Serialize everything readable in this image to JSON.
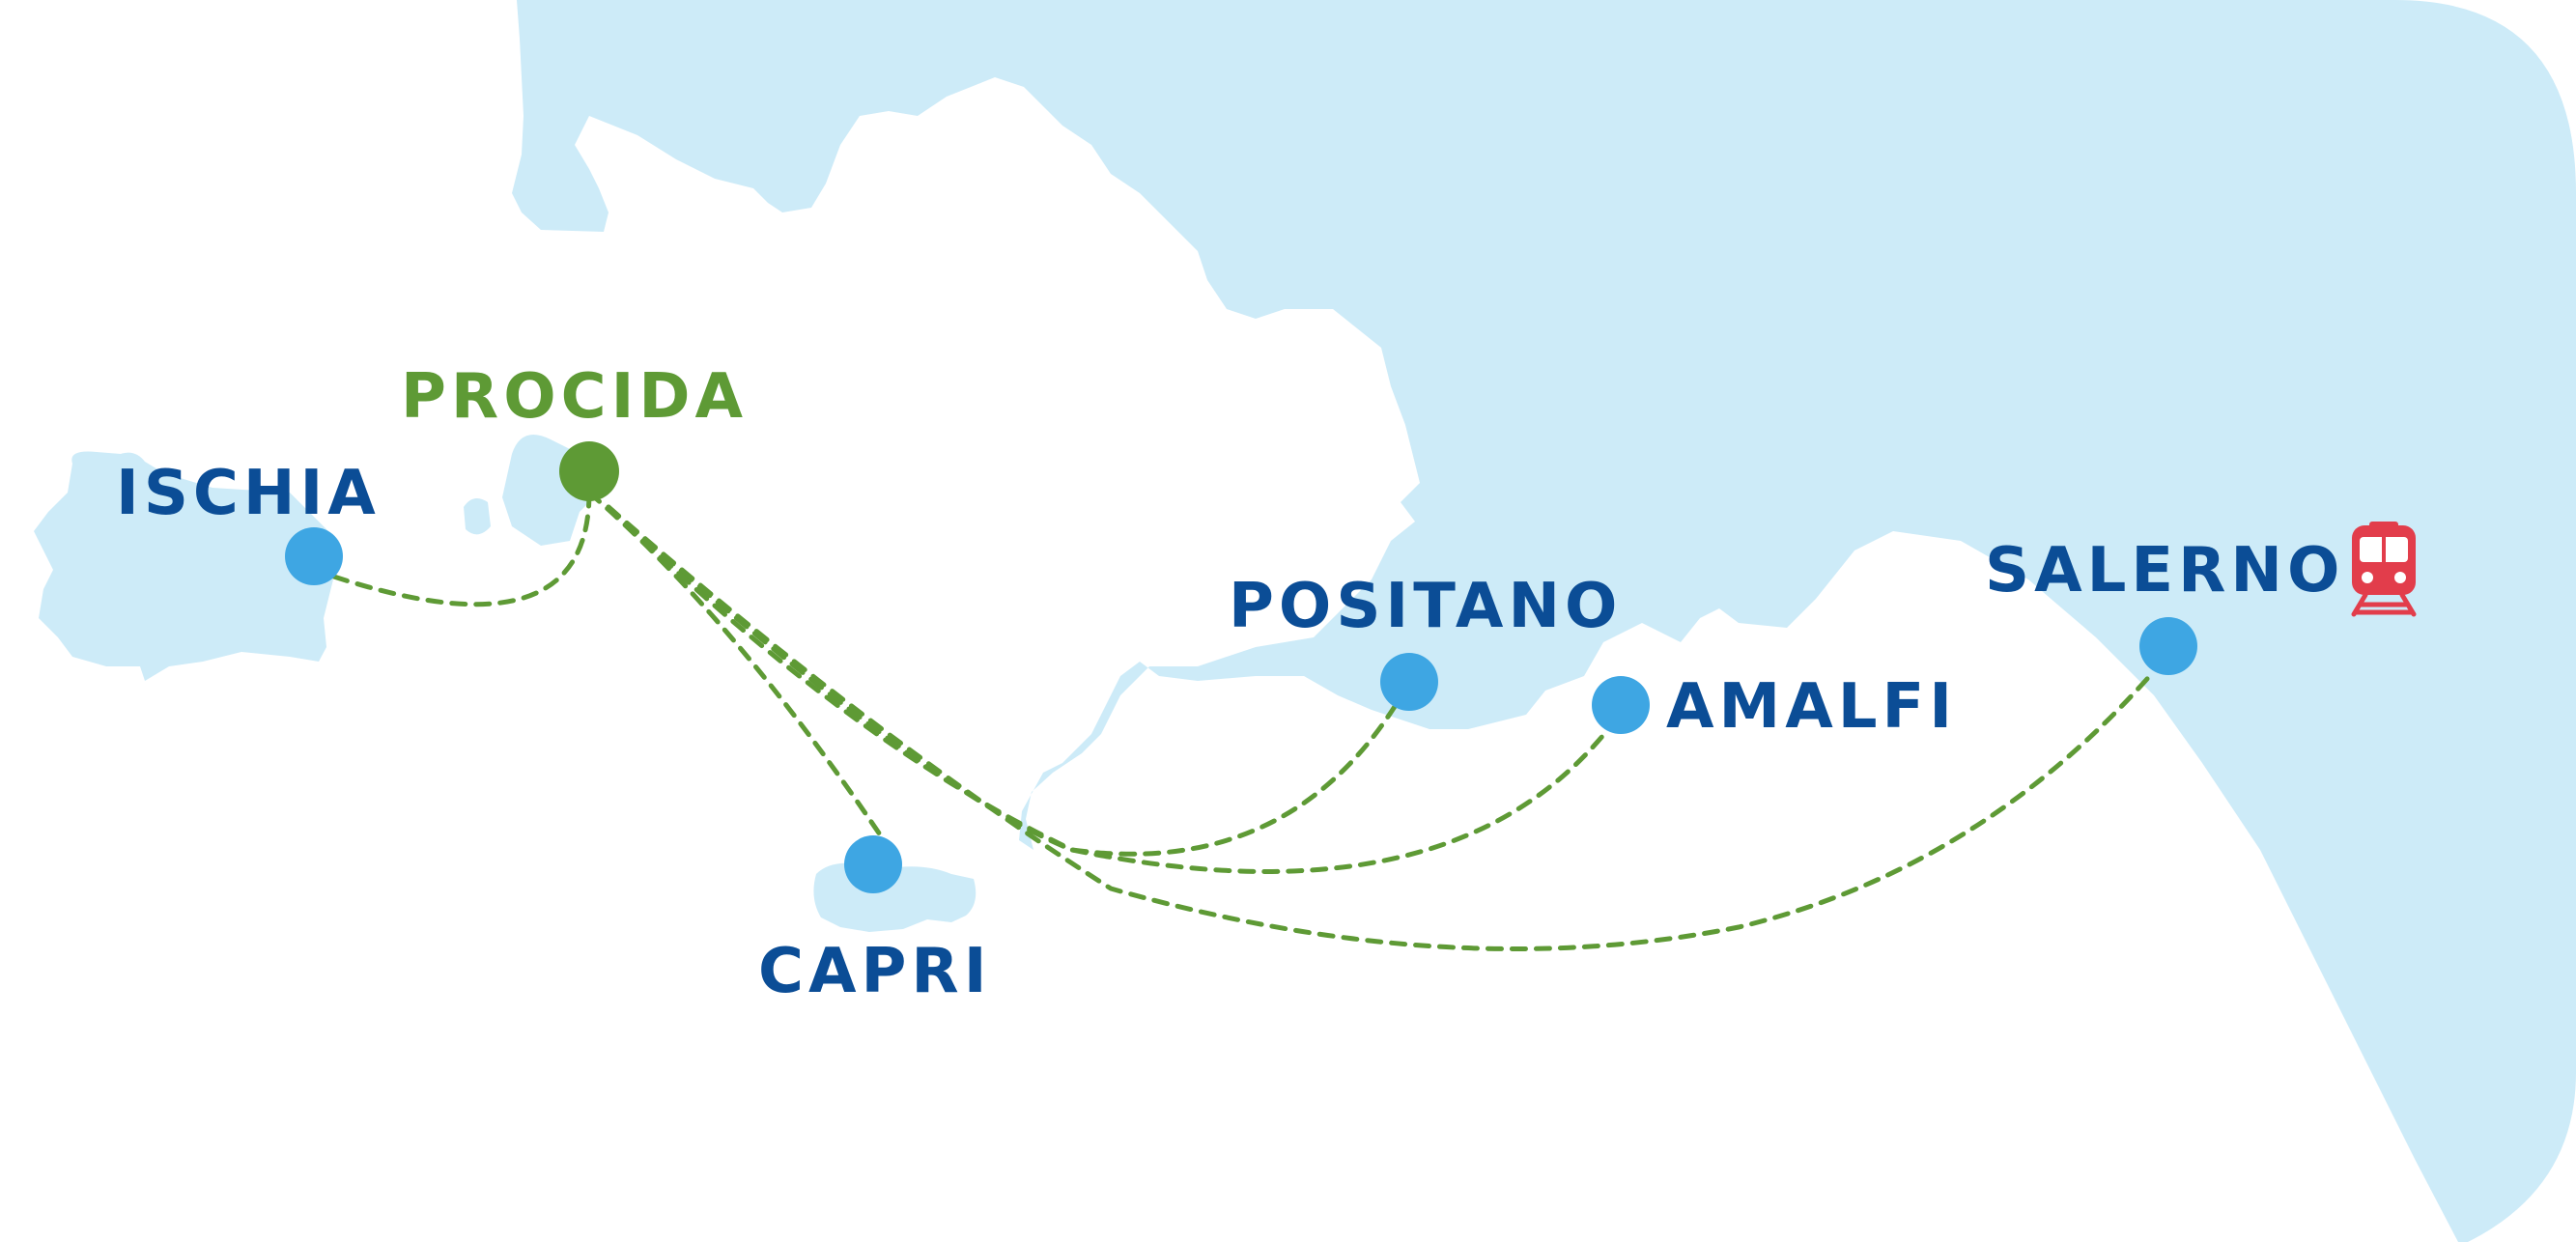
{
  "map": {
    "colors": {
      "sea": "#cdebf8",
      "land": "#ffffff",
      "route": "#5e9a35",
      "port_marker": "#3ea6e3",
      "hub_marker": "#5e9a35",
      "port_label": "#0b4d96",
      "hub_label": "#5e9a35",
      "train_icon": "#e23d4b"
    },
    "hub": {
      "id": "procida",
      "name": "PROCIDA"
    },
    "ports": [
      {
        "id": "ischia",
        "name": "ISCHIA"
      },
      {
        "id": "capri",
        "name": "CAPRI"
      },
      {
        "id": "positano",
        "name": "POSITANO"
      },
      {
        "id": "amalfi",
        "name": "AMALFI"
      },
      {
        "id": "salerno",
        "name": "SALERNO",
        "icon": "train-icon"
      }
    ],
    "routes": [
      {
        "from": "procida",
        "to": "ischia"
      },
      {
        "from": "procida",
        "to": "capri"
      },
      {
        "from": "procida",
        "to": "positano"
      },
      {
        "from": "procida",
        "to": "amalfi"
      },
      {
        "from": "procida",
        "to": "salerno"
      }
    ]
  }
}
